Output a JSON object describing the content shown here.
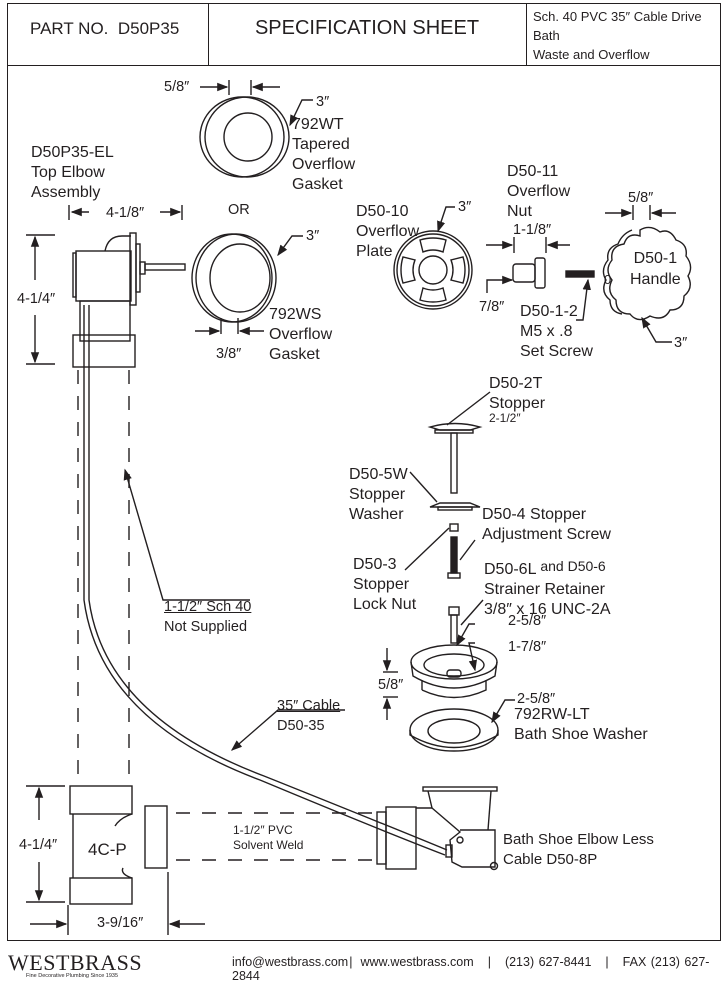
{
  "header": {
    "part_no_label": "PART NO.",
    "part_no": "D50P35",
    "title": "SPECIFICATION SHEET",
    "description_line1": "Sch. 40 PVC 35″ Cable Drive Bath",
    "description_line2": "Waste and Overflow"
  },
  "parts": {
    "top_elbow": {
      "code": "D50P35-EL",
      "name_line1": "Top Elbow",
      "name_line2": "Assembly",
      "width": "4-1/8″",
      "height": "4-1/4″"
    },
    "tapered_gasket": {
      "code": "792WT",
      "name_line1": "Tapered",
      "name_line2": "Overflow",
      "name_line3": "Gasket",
      "diameter": "3″",
      "thickness": "5/8″"
    },
    "or_label": "OR",
    "overflow_gasket": {
      "code": "792WS",
      "name_line1": "Overflow",
      "name_line2": "Gasket",
      "diameter": "3″",
      "thickness": "3/8″"
    },
    "overflow_plate": {
      "code": "D50-10",
      "name_line1": "Overflow",
      "name_line2": "Plate",
      "diameter": "3″"
    },
    "overflow_nut": {
      "code": "D50-11",
      "name_line1": "Overflow",
      "name_line2": "Nut",
      "length": "1-1/8″",
      "diameter": "7/8″"
    },
    "set_screw": {
      "code": "D50-1-2",
      "spec": "M5 x .8",
      "name": "Set Screw"
    },
    "handle": {
      "code": "D50-1",
      "name": "Handle",
      "thickness": "5/8″",
      "diameter": "3″"
    },
    "stopper": {
      "code": "D50-2T",
      "name": "Stopper",
      "diameter": "2-1/2″"
    },
    "stopper_washer": {
      "code": "D50-5W",
      "name_line1": "Stopper",
      "name_line2": "Washer"
    },
    "adjustment_screw": {
      "code": "D50-4 Stopper",
      "name": "Adjustment Screw"
    },
    "lock_nut": {
      "code": "D50-3",
      "name_line1": "Stopper",
      "name_line2": "Lock Nut"
    },
    "strainer_retainer": {
      "code": "D50-6L",
      "and": "and D50-6",
      "name": "Strainer Retainer",
      "spec": "3/8″ x 16 UNC-2A"
    },
    "strainer": {
      "outer": "2-5/8″",
      "inner": "1-7/8″",
      "height": "5/8″"
    },
    "shoe_washer": {
      "diameter": "2-5/8″",
      "code": "792RW-LT",
      "name": "Bath Shoe Washer"
    },
    "pipe": {
      "spec": "1-1/2″ Sch 40",
      "note": "Not Supplied"
    },
    "cable": {
      "spec": "35″ Cable",
      "code": "D50-35"
    },
    "tee": {
      "code": "4C-P",
      "height": "4-1/4″",
      "width": "3-9/16″"
    },
    "pvc_weld": {
      "line1": "1-1/2″ PVC",
      "line2": "Solvent Weld"
    },
    "shoe_elbow": {
      "line1": "Bath Shoe Elbow Less",
      "line2": "Cable D50-8P"
    }
  },
  "footer": {
    "brand": "WESTBRASS",
    "tagline": "Fine Decorative Plumbing Since 1935",
    "email": "info@westbrass.com",
    "website": "www.westbrass.com",
    "phone": "(213) 627-8441",
    "fax": "FAX (213) 627-2844",
    "sep": "|"
  }
}
